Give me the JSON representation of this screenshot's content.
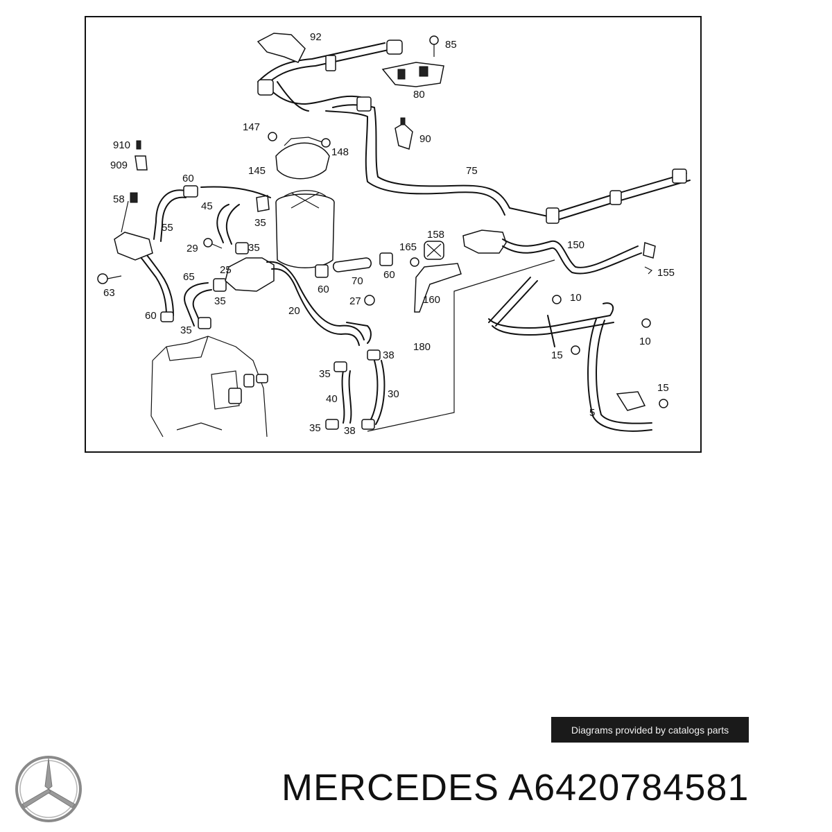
{
  "diagram": {
    "callouts": [
      "92",
      "85",
      "80",
      "147",
      "148",
      "90",
      "910",
      "909",
      "145",
      "75",
      "60",
      "45",
      "58",
      "55",
      "35",
      "29",
      "35",
      "158",
      "165",
      "150",
      "25",
      "155",
      "63",
      "65",
      "60",
      "70",
      "60",
      "160",
      "35",
      "10",
      "27",
      "20",
      "60",
      "35",
      "180",
      "10",
      "38",
      "15",
      "35",
      "30",
      "40",
      "15",
      "5",
      "35",
      "38"
    ]
  },
  "credit": {
    "text": "Diagrams provided by catalogs parts"
  },
  "title": {
    "brand": "MERCEDES",
    "part_number": "A6420784581"
  },
  "logo": {
    "icon": "three-pointed-star-icon",
    "color": "#8a8a8a"
  }
}
